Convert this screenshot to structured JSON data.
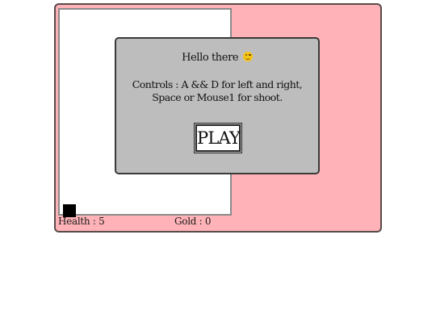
{
  "hud": {
    "health_label": "Health : ",
    "health_value": "5",
    "gold_label": "Gold : ",
    "gold_value": "0"
  },
  "dialog": {
    "greeting": "Hello there",
    "greeting_icon": "wink-emoji-icon",
    "controls": "Controls : A && D for left and right, Space or Mouse1 for shoot.",
    "play_label": "PLAY"
  },
  "colors": {
    "background": "#ffb3b8",
    "play_area": "#ffffff",
    "dialog": "#bdbdbd",
    "player": "#000000"
  }
}
